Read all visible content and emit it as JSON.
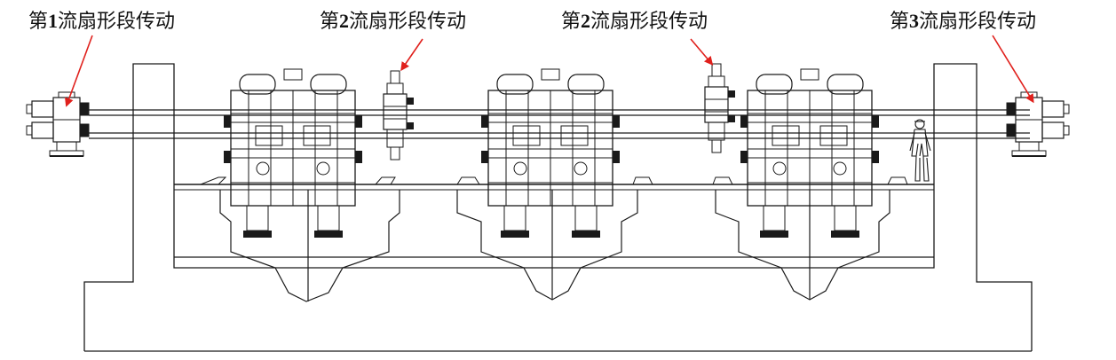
{
  "labels": [
    {
      "prefix": "第",
      "num": "1",
      "suffix": "流扇形段传动"
    },
    {
      "prefix": "第",
      "num": "2",
      "suffix": "流扇形段传动"
    },
    {
      "prefix": "第",
      "num": "2",
      "suffix": "流扇形段传动"
    },
    {
      "prefix": "第",
      "num": "3",
      "suffix": "流扇形段传动"
    }
  ],
  "colors": {
    "arrow": "#e0201c",
    "line": "#1a1a1a",
    "background": "#ffffff"
  },
  "icons": {
    "arrow": "red-arrow-icon",
    "worker": "worker-figure-icon"
  }
}
